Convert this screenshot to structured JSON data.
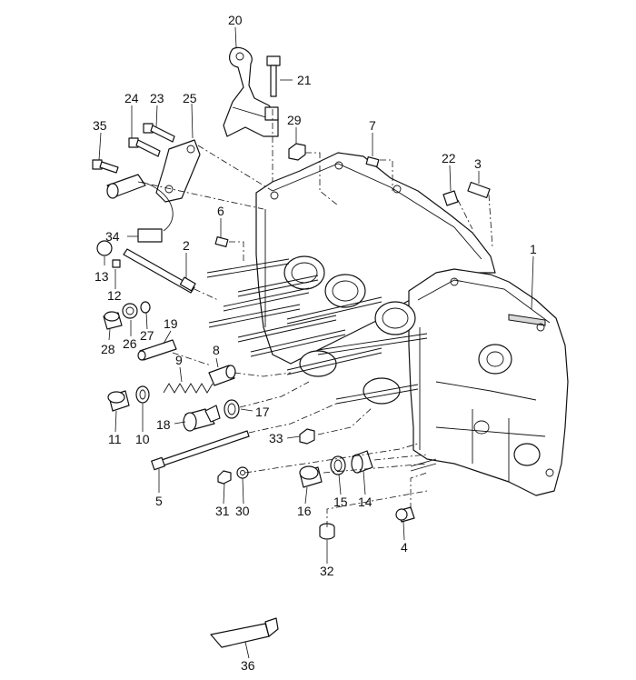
{
  "labels": {
    "p1": "1",
    "p2": "2",
    "p3": "3",
    "p4": "4",
    "p5": "5",
    "p6": "6",
    "p7": "7",
    "p8": "8",
    "p9": "9",
    "p10": "10",
    "p11": "11",
    "p12": "12",
    "p13": "13",
    "p14": "14",
    "p15": "15",
    "p16": "16",
    "p17": "17",
    "p18": "18",
    "p19": "19",
    "p20": "20",
    "p21": "21",
    "p22": "22",
    "p23": "23",
    "p24": "24",
    "p25": "25",
    "p26": "26",
    "p27": "27",
    "p28": "28",
    "p29": "29",
    "p30": "30",
    "p31": "31",
    "p32": "32",
    "p33": "33",
    "p34": "34",
    "p35": "35",
    "p36": "36"
  }
}
